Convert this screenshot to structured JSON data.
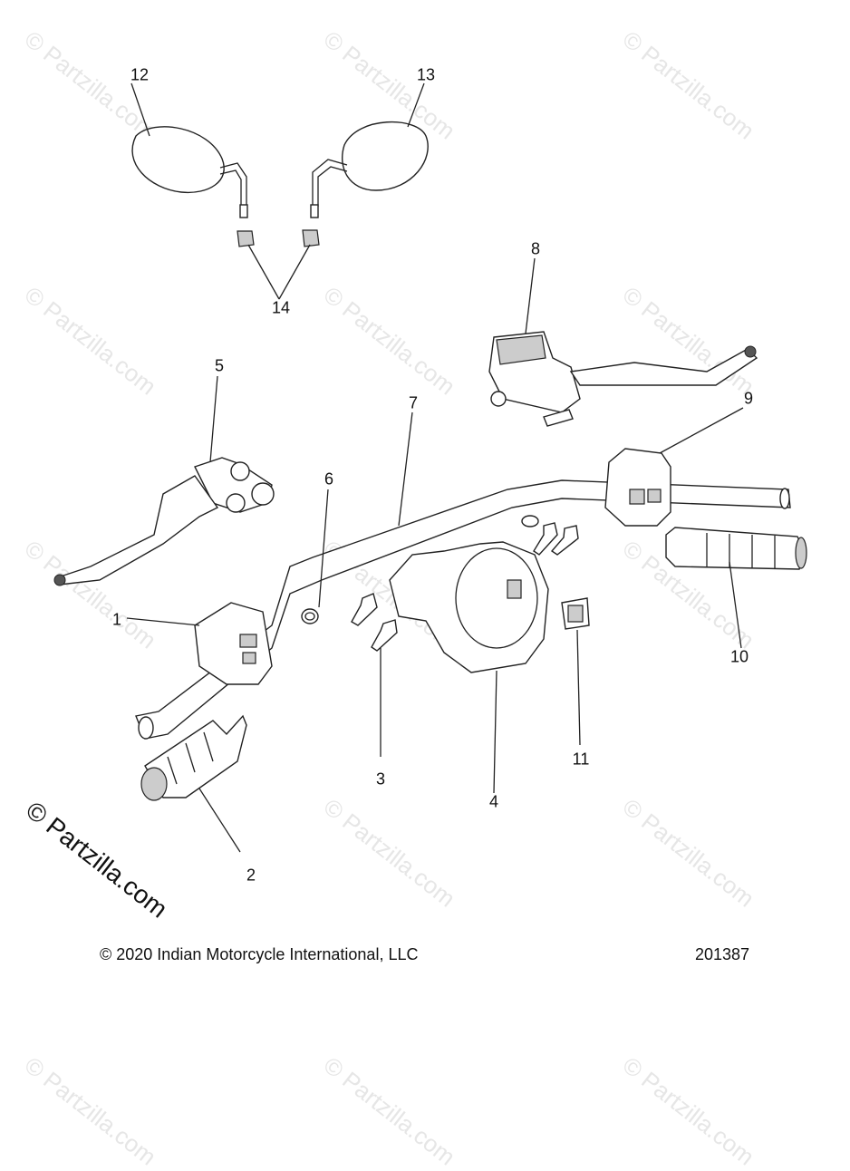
{
  "watermark_text": "© Partzilla.com",
  "watermark_text_big": "© Partzilla.com",
  "callouts": [
    {
      "id": "1",
      "label": "1"
    },
    {
      "id": "2",
      "label": "2"
    },
    {
      "id": "3",
      "label": "3"
    },
    {
      "id": "4",
      "label": "4"
    },
    {
      "id": "5",
      "label": "5"
    },
    {
      "id": "6",
      "label": "6"
    },
    {
      "id": "7",
      "label": "7"
    },
    {
      "id": "8",
      "label": "8"
    },
    {
      "id": "9",
      "label": "9"
    },
    {
      "id": "10",
      "label": "10"
    },
    {
      "id": "11",
      "label": "11"
    },
    {
      "id": "12",
      "label": "12"
    },
    {
      "id": "13",
      "label": "13"
    },
    {
      "id": "14",
      "label": "14"
    }
  ],
  "footer": {
    "copyright": "© 2020 Indian Motorcycle International, LLC",
    "diagram_number": "201387"
  }
}
